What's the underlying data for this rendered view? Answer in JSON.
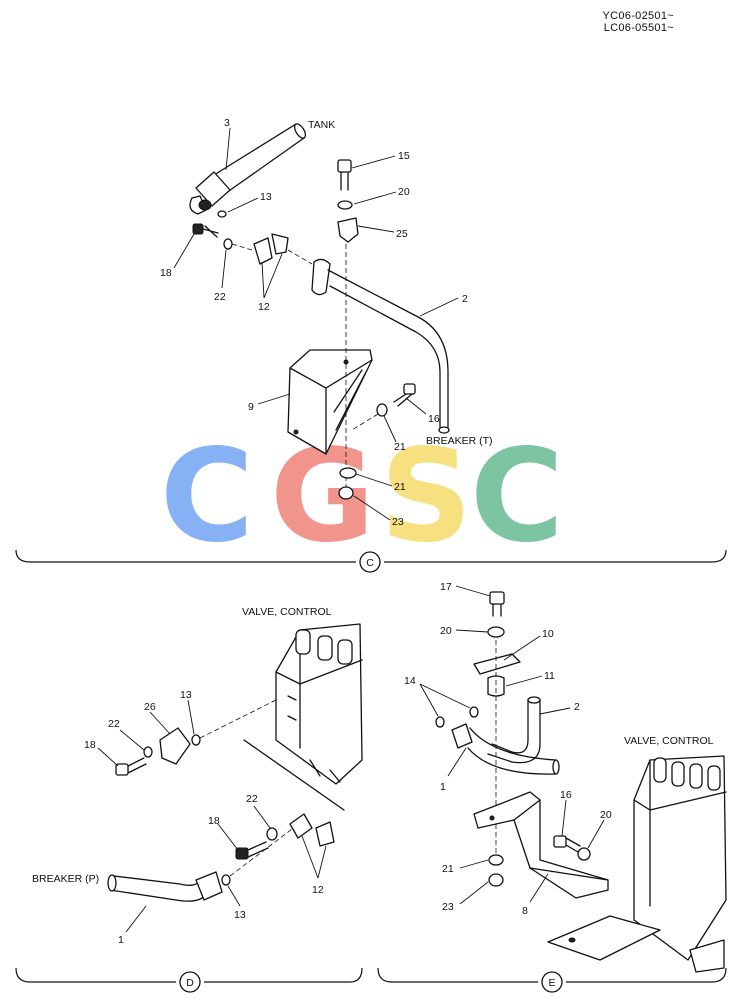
{
  "header": {
    "serial_line1": "YC06-02501~",
    "serial_line2": "LC06-05501~"
  },
  "watermark": {
    "letters": [
      "C",
      "G",
      "S",
      "C"
    ],
    "colors": [
      "#7aa9f5",
      "#f08a80",
      "#f7dd72",
      "#6fbf98"
    ]
  },
  "section_c": {
    "marker": "C",
    "labels": {
      "tank": "TANK",
      "breaker_t": "BREAKER (T)"
    },
    "callouts": {
      "p3": "3",
      "p13": "13",
      "p15": "15",
      "p20": "20",
      "p25": "25",
      "p18": "18",
      "p22": "22",
      "p12": "12",
      "p2": "2",
      "p9": "9",
      "p16": "16",
      "p21a": "21",
      "p21b": "21",
      "p23": "23"
    }
  },
  "section_d": {
    "marker": "D",
    "labels": {
      "valve_control": "VALVE, CONTROL",
      "breaker_p": "BREAKER (P)"
    },
    "callouts": {
      "p26": "26",
      "p13a": "13",
      "p22a": "22",
      "p18a": "18",
      "p22b": "22",
      "p18b": "18",
      "p12": "12",
      "p13b": "13",
      "p1": "1"
    }
  },
  "section_e": {
    "marker": "E",
    "labels": {
      "valve_control": "VALVE, CONTROL"
    },
    "callouts": {
      "p17": "17",
      "p20a": "20",
      "p10": "10",
      "p11": "11",
      "p14": "14",
      "p2": "2",
      "p1": "1",
      "p16": "16",
      "p20b": "20",
      "p21": "21",
      "p23": "23",
      "p8": "8"
    }
  }
}
